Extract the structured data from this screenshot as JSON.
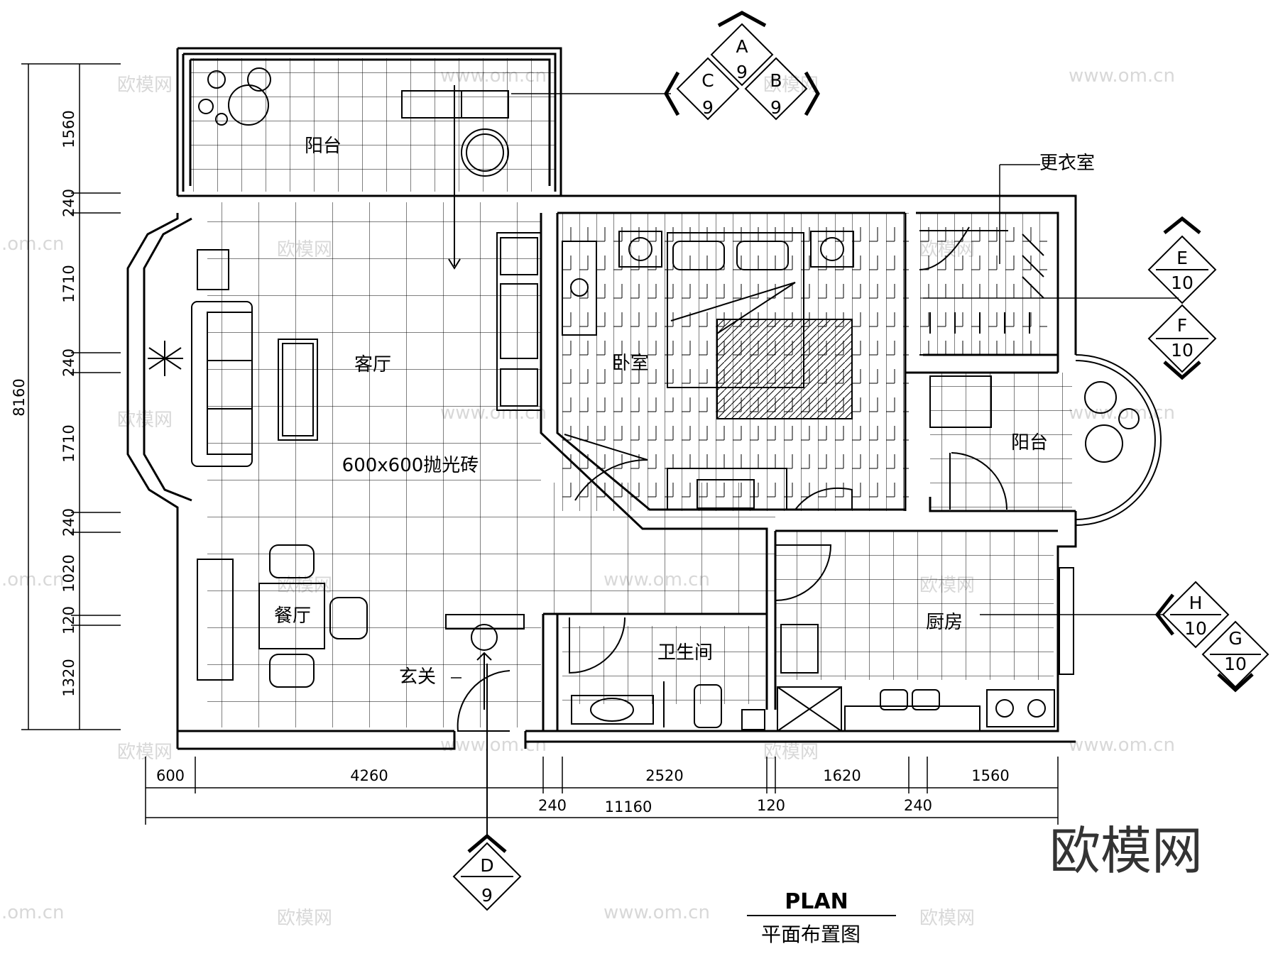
{
  "plan": {
    "title_en": "PLAN",
    "title_cn": "平面布置图",
    "brand_mark": "欧模网",
    "watermark_cn": "欧模网",
    "watermark_url": "www.om.cn",
    "watermark_edge": ".om.cn"
  },
  "rooms": {
    "balcony_top": "阳台",
    "living": "客厅",
    "tile_note": "600x600抛光砖",
    "bedroom": "卧室",
    "walk_in_closet": "更衣室",
    "balcony_right": "阳台",
    "kitchen": "厨房",
    "bathroom": "卫生间",
    "dining": "餐厅",
    "entry": "玄关"
  },
  "dimensions": {
    "left_total": "8160",
    "left": [
      "1560",
      "240",
      "1710",
      "240",
      "1710",
      "240",
      "1020",
      "120",
      "1320"
    ],
    "bottom_upper": [
      "600",
      "4260",
      "2520",
      "1620",
      "1560"
    ],
    "bottom_lower": [
      "240",
      "11160",
      "120",
      "240"
    ]
  },
  "elevation_markers": {
    "top": {
      "a": "A",
      "a_sheet": "9",
      "b": "B",
      "b_sheet": "9",
      "c": "C",
      "c_sheet": "9"
    },
    "e": {
      "letter": "E",
      "sheet": "10"
    },
    "f": {
      "letter": "F",
      "sheet": "10"
    },
    "h": {
      "letter": "H",
      "sheet": "10"
    },
    "g": {
      "letter": "G",
      "sheet": "10"
    },
    "d": {
      "letter": "D",
      "sheet": "9"
    }
  }
}
